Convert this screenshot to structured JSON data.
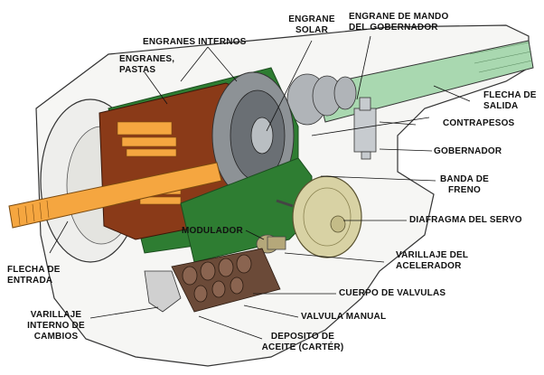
{
  "colors": {
    "copper": "#8a3a18",
    "orange": "#f5a640",
    "green": "#2e7d32",
    "green_light": "#a9d8b0",
    "servo": "#d8d2a4",
    "steel": "#9aa0a6",
    "gear": "#5a3a2a"
  },
  "labels": {
    "engranes_internos": "ENGRANES INTERNOS",
    "engrane_solar": [
      "ENGRANE",
      "SOLAR"
    ],
    "engrane_mando": [
      "ENGRANE DE MANDO",
      "DEL GOBERNADOR"
    ],
    "engranes_pastas": [
      "ENGRANES,",
      "PASTAS"
    ],
    "flecha_salida": [
      "FLECHA DE",
      "SALIDA"
    ],
    "contrapesos": "CONTRAPESOS",
    "gobernador": "GOBERNADOR",
    "banda_freno": [
      "BANDA DE",
      "FRENO"
    ],
    "diafragma_servo": "DIAFRAGMA DEL SERVO",
    "modulador": "MODULADOR",
    "varillaje_acelerador": [
      "VARILLAJE DEL",
      "ACELERADOR"
    ],
    "flecha_entrada": [
      "FLECHA DE",
      "ENTRADA"
    ],
    "cuerpo_valvulas": "CUERPO DE VALVULAS",
    "valvula_manual": "VALVULA MANUAL",
    "varillaje_cambios": [
      "VARILLAJE",
      "INTERNO DE",
      "CAMBIOS"
    ],
    "deposito": [
      "DEPOSITO DE",
      "ACEITE (CARTÉR)"
    ]
  }
}
